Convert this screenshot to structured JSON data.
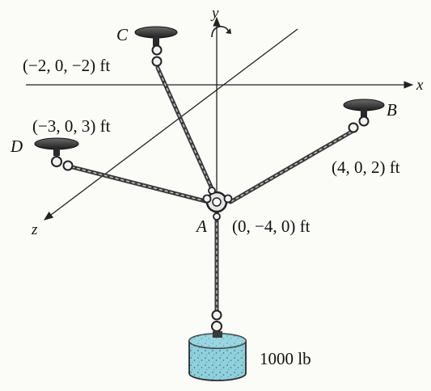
{
  "axes": {
    "x": "x",
    "y": "y",
    "z": "z"
  },
  "points": {
    "A": {
      "letter": "A",
      "coord": "(0, −4, 0) ft"
    },
    "B": {
      "letter": "B",
      "coord": "(4, 0, 2) ft"
    },
    "C": {
      "letter": "C",
      "coord": "(−2, 0, −2) ft"
    },
    "D": {
      "letter": "D",
      "coord": "(−3, 0, 3) ft"
    }
  },
  "load": {
    "label": "1000 lb"
  },
  "colors": {
    "background": "#fbfbf7",
    "plate": "#2a2a2a",
    "cable": "#3a3a3a",
    "weight_fill": "#8fd0dc",
    "weight_edge": "#2c2c2c"
  }
}
